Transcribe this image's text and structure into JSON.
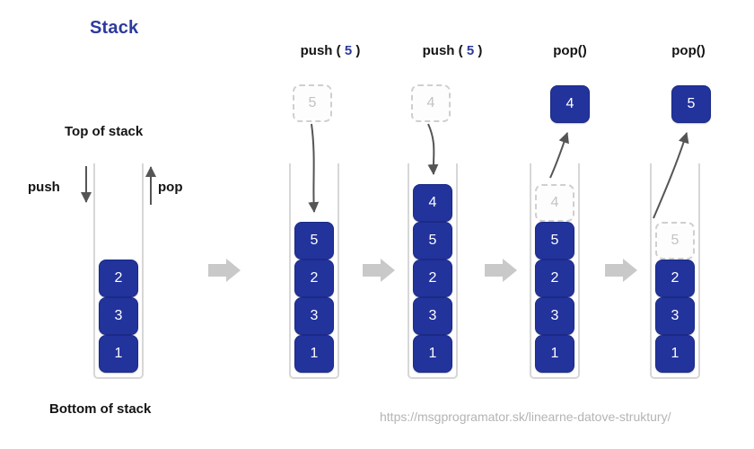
{
  "title": "Stack",
  "labels": {
    "top_of_stack": "Top of stack",
    "bottom_of_stack": "Bottom of stack",
    "push": "push",
    "pop": "pop"
  },
  "colors": {
    "box_fill": "#22339c",
    "box_text": "#ffffff",
    "ghost_border": "#cfcfcf",
    "ghost_text": "#c3c3c3",
    "title_blue": "#2c3a9e",
    "tube_wall": "#d7d7d7",
    "flow_arrow": "#c9c9c9",
    "curve_arrow": "#555555",
    "url_text": "#b4b4b4"
  },
  "groups": [
    {
      "id": "initial-stack",
      "header_op": "",
      "header_arg": "",
      "header_suffix": "",
      "stack": [
        "2",
        "3",
        "1"
      ],
      "ghost_top": null,
      "floating_box": null,
      "curve": "none"
    },
    {
      "id": "push-5-before",
      "header_op": "push",
      "header_arg": "5",
      "header_suffix": "",
      "stack": [
        "5",
        "2",
        "3",
        "1"
      ],
      "ghost_top": "5",
      "floating_box": null,
      "curve": "down"
    },
    {
      "id": "push-5-after",
      "header_op": "push",
      "header_arg": "5",
      "header_suffix": "",
      "stack": [
        "4",
        "5",
        "2",
        "3",
        "1"
      ],
      "ghost_top": "4",
      "floating_box": null,
      "curve": "down"
    },
    {
      "id": "pop-4",
      "header_op": "pop",
      "header_arg": "",
      "header_suffix": "()",
      "stack": [
        "5",
        "2",
        "3",
        "1"
      ],
      "ghost_in_tube": "4",
      "floating_box": "4",
      "curve": "up"
    },
    {
      "id": "pop-5",
      "header_op": "pop",
      "header_arg": "",
      "header_suffix": "()",
      "stack": [
        "2",
        "3",
        "1"
      ],
      "ghost_in_tube": "5",
      "floating_box": "5",
      "curve": "up"
    }
  ],
  "headers": {
    "g2": "push ( 5 )",
    "g3": "push ( 5 )",
    "g4": "pop ()",
    "g5": "pop ()"
  },
  "url": "https://msgprogramator.sk/linearne-datove-struktury/"
}
